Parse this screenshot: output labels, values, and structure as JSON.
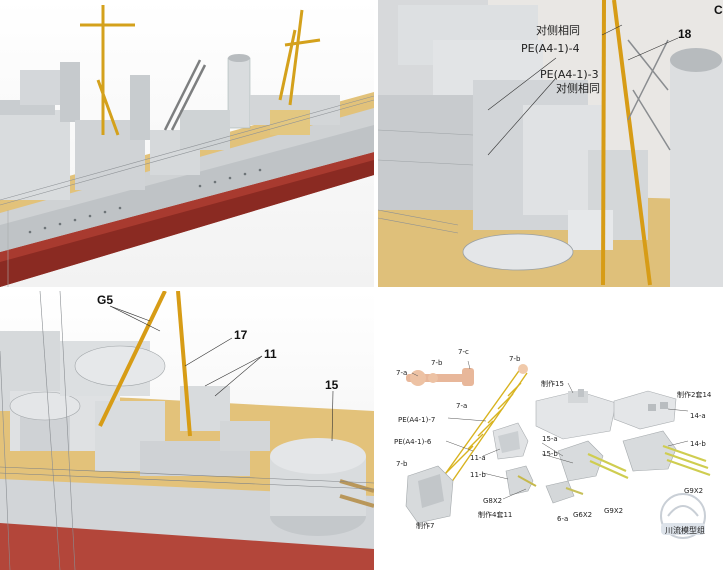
{
  "panel_top_right": {
    "callouts": [
      "对侧相同",
      "PE(A4-1)-4",
      "PE(A4-1)-3",
      "对侧相同",
      "18",
      "C"
    ]
  },
  "panel_bottom_left": {
    "callouts": [
      "G5",
      "17",
      "11",
      "15"
    ]
  },
  "panel_bottom_right": {
    "parts": {
      "p7a": "7-a",
      "p7b": "7-b",
      "p7c": "7-c",
      "p7d": "7-b",
      "pe7": "PE(A4-1)-7",
      "pe6": "PE(A4-1)-6",
      "p7a2": "7-a",
      "p11a": "11-a",
      "p11b": "11-b",
      "g8x2": "G8X2",
      "make15": "制作15",
      "make214": "制作2套14",
      "p14a": "14-a",
      "p14b": "14-b",
      "p15a": "15-a",
      "p15b": "15-b",
      "g9x2a": "G9X2",
      "g9x2b": "G9X2",
      "g6x2": "G6X2",
      "p6a": "6-a",
      "make7": "制作7",
      "make411": "制作4套11",
      "watermark": "川流模型组"
    }
  }
}
